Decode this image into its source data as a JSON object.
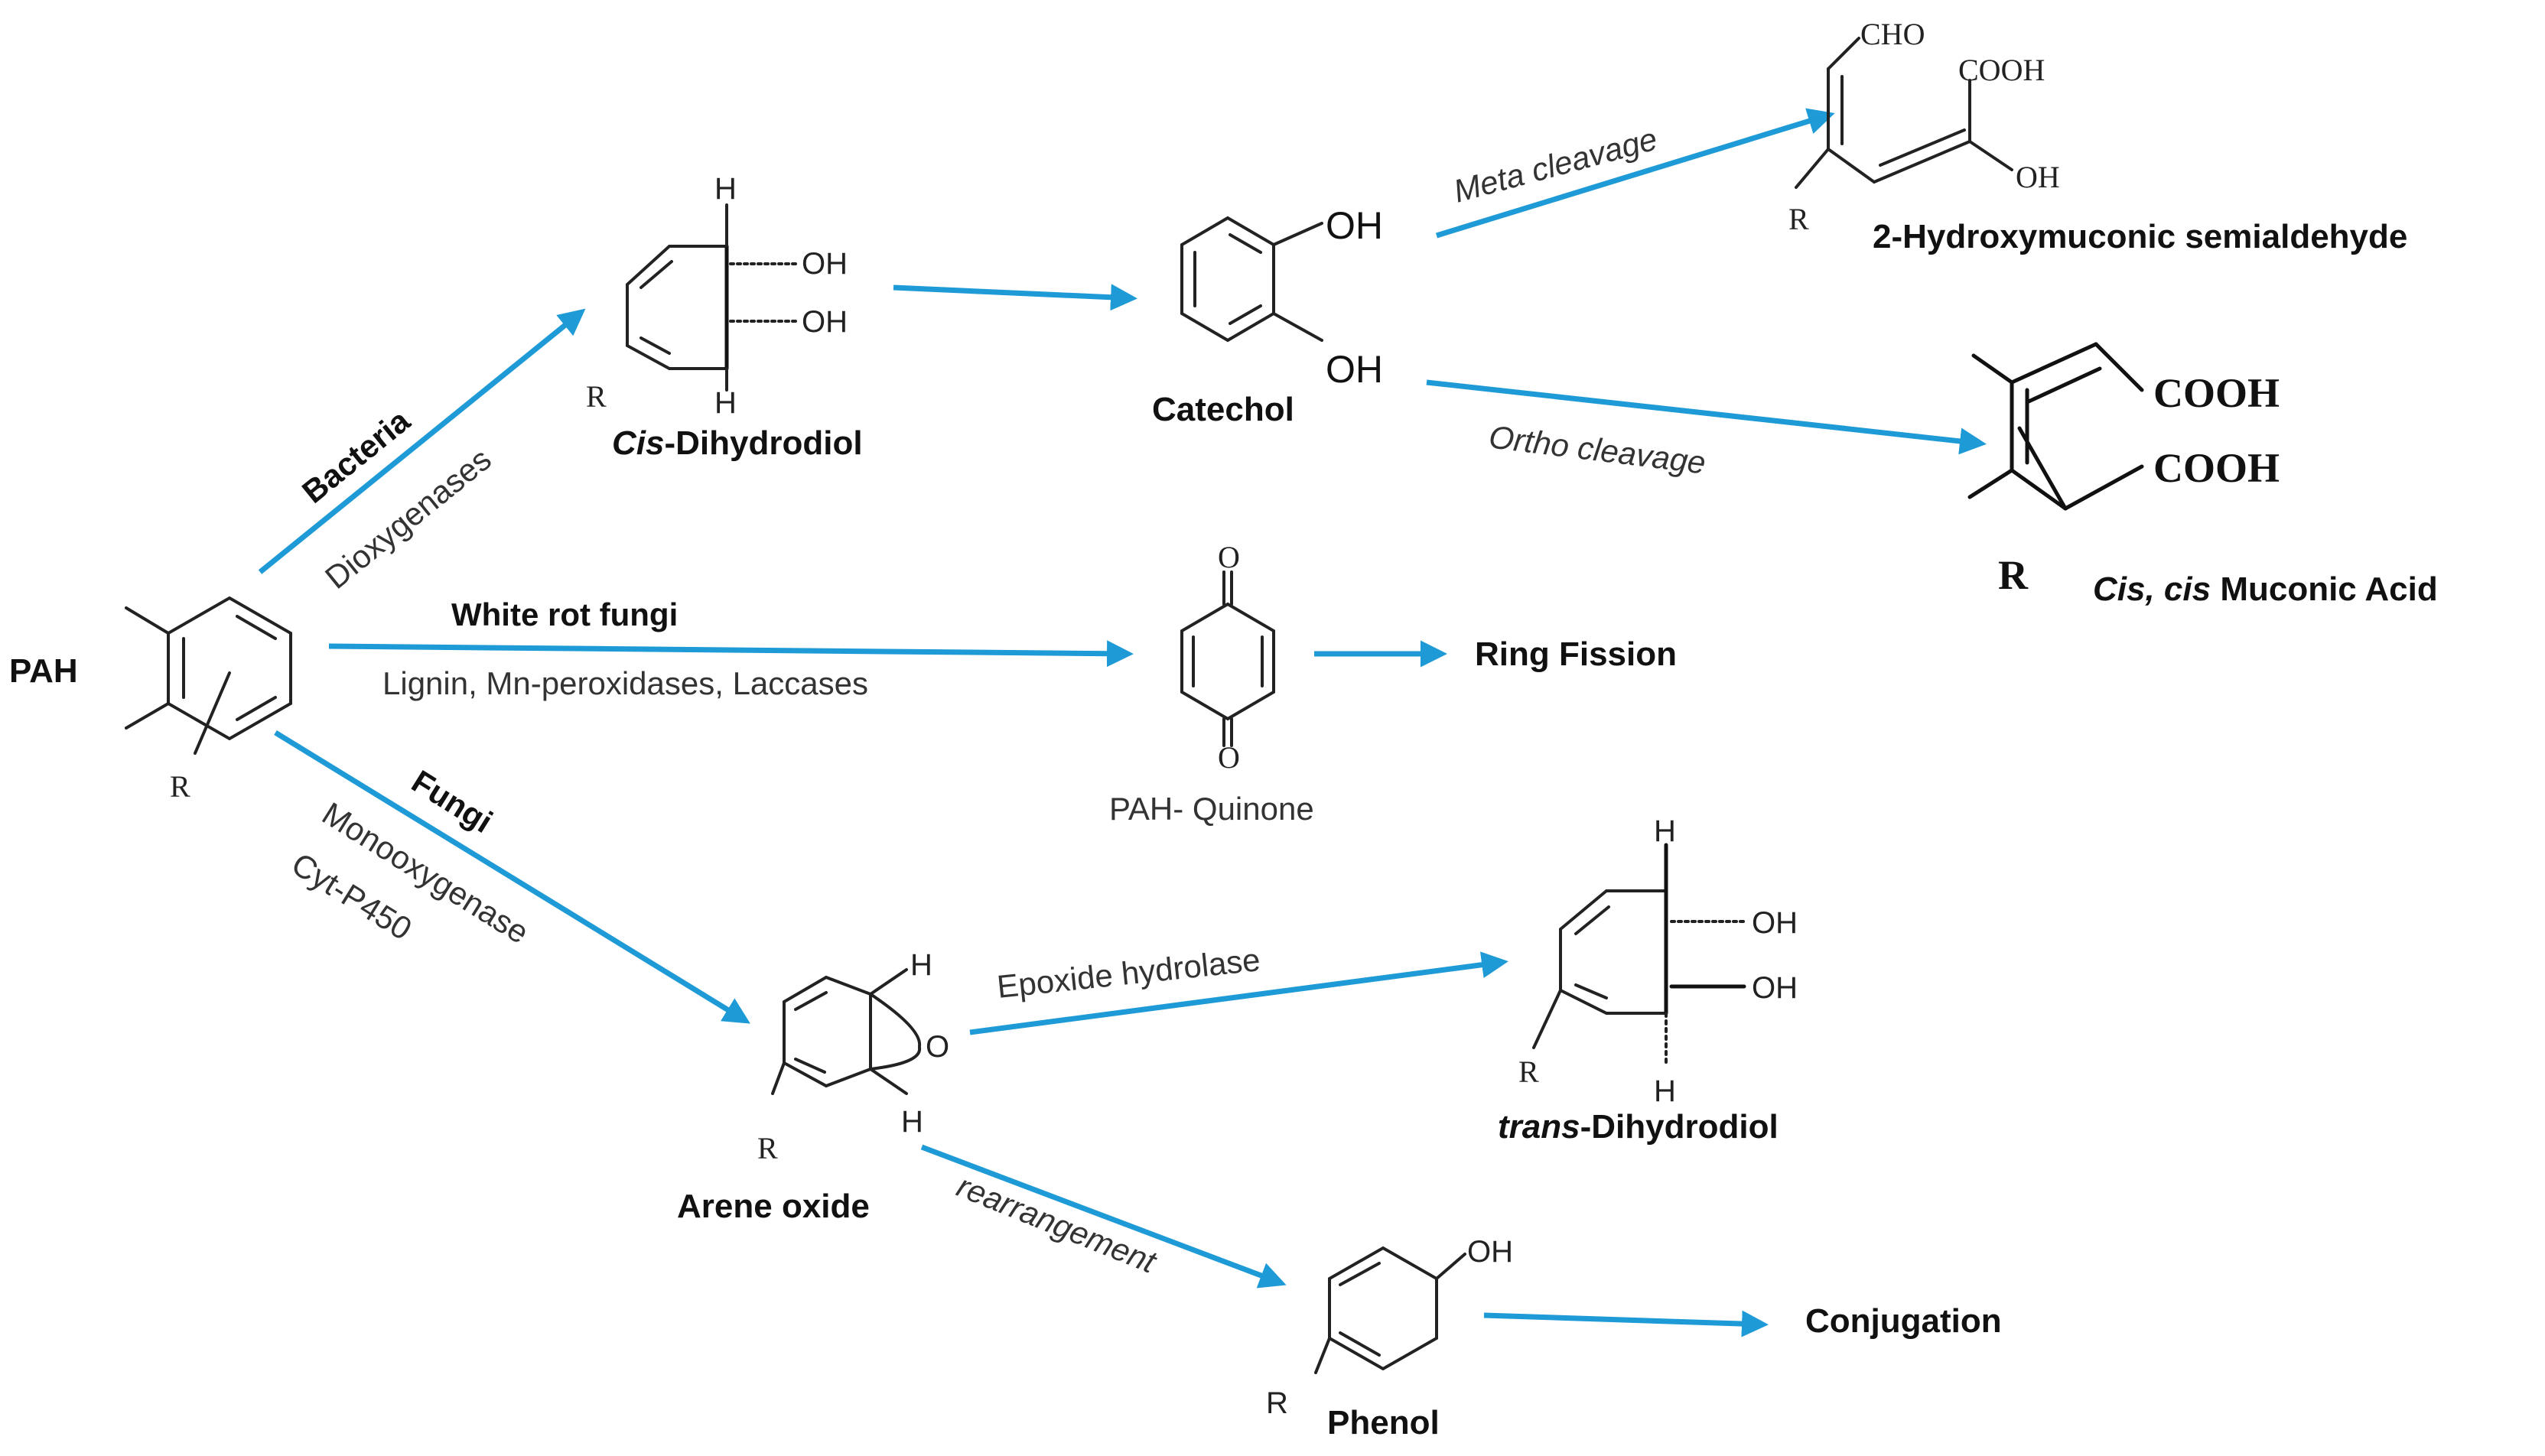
{
  "compounds": {
    "pah": "PAH",
    "cis_dihydrodiol": {
      "prefix": "Cis",
      "rest": "-Dihydrodiol"
    },
    "catechol": "Catechol",
    "hydroxymuconic": "2-Hydroxymuconic  semialdehyde",
    "muconic": {
      "prefix": "Cis, cis",
      "rest": " Muconic  Acid"
    },
    "quinone": "PAH-  Quinone",
    "ring_fission": "Ring Fission",
    "trans_dihydrodiol": {
      "prefix": "trans",
      "rest": "-Dihydrodiol"
    },
    "arene_oxide": "Arene  oxide",
    "phenol": "Phenol",
    "conjugation": "Conjugation"
  },
  "pathways": {
    "bacteria": {
      "organism": "Bacteria",
      "enzyme": "Dioxygenases"
    },
    "white_rot": {
      "organism": "White rot fungi",
      "enzyme": "Lignin,  Mn-peroxidases,  Laccases"
    },
    "fungi": {
      "organism": "Fungi",
      "enzyme_1": "Monooxygenase",
      "enzyme_2": "Cyt-P450"
    }
  },
  "reactions": {
    "meta": "Meta cleavage",
    "ortho": "Ortho cleavage",
    "epoxide": "Epoxide  hydrolase",
    "rearrangement": "rearrangement"
  },
  "atoms": {
    "H": "H",
    "OH": "OH",
    "O": "O",
    "R": "R",
    "CHO": "CHO",
    "COOH": "COOH"
  },
  "colors": {
    "arrow": "#1e9ad6",
    "text": "#111111"
  },
  "icons": {
    "arrowhead": "arrowhead-icon"
  }
}
